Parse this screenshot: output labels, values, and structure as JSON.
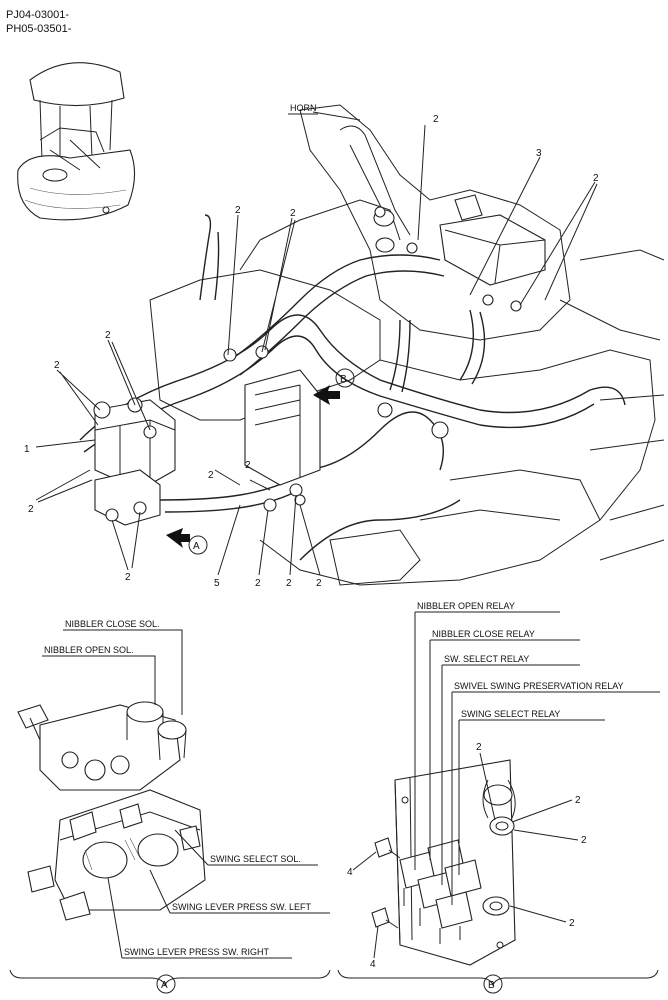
{
  "header": {
    "codes": [
      "PJ04-03001-",
      "PH05-03501-"
    ]
  },
  "main_view": {
    "horn_label": "HORN",
    "view_markers": {
      "a": "A",
      "b": "B"
    },
    "callouts": [
      "2",
      "2",
      "2",
      "3",
      "2",
      "2",
      "2",
      "2",
      "2",
      "1",
      "2",
      "2",
      "5",
      "2",
      "2",
      "2"
    ]
  },
  "detail_a": {
    "marker": "A",
    "labels": {
      "nibbler_close_sol": "NIBBLER CLOSE SOL.",
      "nibbler_open_sol": "NIBBLER OPEN SOL.",
      "swing_select_sol": "SWING SELECT SOL.",
      "swing_lever_left": "SWING LEVER PRESS SW. LEFT",
      "swing_lever_right": "SWING LEVER PRESS SW. RIGHT"
    }
  },
  "detail_b": {
    "marker": "B",
    "labels": {
      "nibbler_open_relay": "NIBBLER OPEN RELAY",
      "nibbler_close_relay": "NIBBLER CLOSE RELAY",
      "sw_select_relay": "SW. SELECT RELAY",
      "swivel_swing_relay": "SWIVEL SWING PRESERVATION RELAY",
      "swing_select_relay": "SWING SELECT RELAY"
    },
    "callouts": [
      "2",
      "2",
      "2",
      "2",
      "4",
      "4"
    ]
  }
}
